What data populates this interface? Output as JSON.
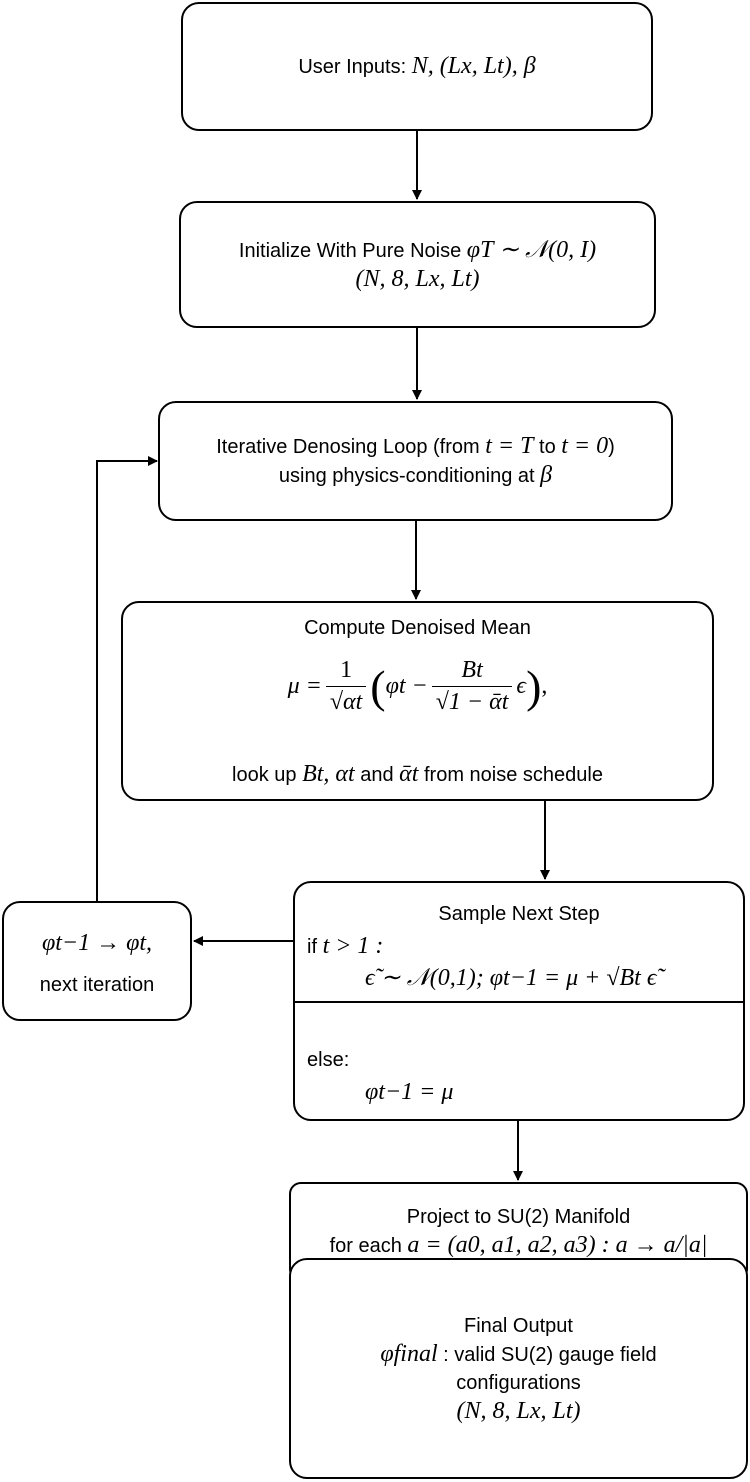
{
  "nodes": {
    "user_inputs": {
      "text": "User Inputs: ",
      "math": "N, (Lx, Lt), β"
    },
    "initialize": {
      "text": "Initialize With Pure Noise ",
      "math": "φT ∼ 𝒩(0, I)",
      "shape": "(N, 8, Lx, Lt)"
    },
    "loop": {
      "text1": "Iterative Denosing Loop (from ",
      "math1": "t = T",
      "to": " to ",
      "math2": "t = 0",
      "close": ")",
      "text2": "using physics-conditioning at ",
      "math3": "β"
    },
    "denoise": {
      "title": "Compute Denoised Mean",
      "formula_lhs": "μ =",
      "formula_num1": "1",
      "formula_den1": "√αt",
      "formula_phi": "φt −",
      "formula_num2": "Bt",
      "formula_den2": "√1 − ᾱt",
      "formula_eps": "ϵ",
      "formula_tail": ",",
      "note_pre": "look up ",
      "note_math": "Bt,  αt",
      "note_and": " and ",
      "note_math2": "ᾱt",
      "note_post": " from noise schedule"
    },
    "sample": {
      "title": "Sample Next Step",
      "if_label": "if ",
      "if_cond": "t > 1 :",
      "if_body": "ϵ̃ ∼ 𝒩(0,1); φt−1 = μ + √Bt ϵ̃",
      "else_label": "else:",
      "else_body": "φt−1 = μ"
    },
    "next_iter": {
      "math": "φt−1 → φt,",
      "text": "next iteration"
    },
    "project": {
      "title": "Project to SU(2) Manifold",
      "text": "for each ",
      "math": "a = (a0, a1, a2, a3) : a → a/|a|"
    },
    "final": {
      "title": "Final Output",
      "math": "φfinal",
      "text": " : valid SU(2) gauge field",
      "text2": "configurations",
      "shape": "(N, 8, Lx, Lt)"
    }
  }
}
